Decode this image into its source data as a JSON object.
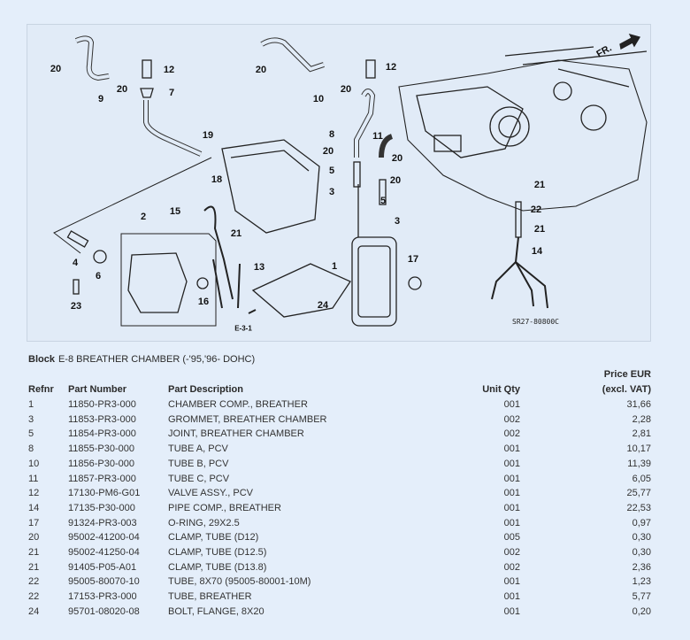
{
  "diagram": {
    "callouts": [
      "20",
      "9",
      "20",
      "12",
      "7",
      "19",
      "2",
      "4",
      "6",
      "23",
      "16",
      "15",
      "18",
      "21",
      "13",
      "24",
      "1",
      "17",
      "20",
      "10",
      "20",
      "12",
      "8",
      "20",
      "5",
      "3",
      "11",
      "20",
      "20",
      "5",
      "3",
      "21",
      "22",
      "21",
      "14"
    ],
    "front_label": "FR.",
    "ref_label": "E-3-1",
    "drawing_code": "SR27-80800C"
  },
  "block": {
    "label": "Block",
    "title": "E-8 BREATHER CHAMBER (-'95,'96- DOHC)"
  },
  "table": {
    "headers": {
      "refnr": "Refnr",
      "part_number": "Part Number",
      "description": "Part Description",
      "qty": "Unit Qty",
      "price_line1": "Price EUR",
      "price_line2": "(excl. VAT)"
    },
    "rows": [
      {
        "ref": "1",
        "pn": "11850-PR3-000",
        "desc": "CHAMBER COMP., BREATHER",
        "qty": "001",
        "price": "31,66"
      },
      {
        "ref": "3",
        "pn": "11853-PR3-000",
        "desc": "GROMMET, BREATHER CHAMBER",
        "qty": "002",
        "price": "2,28"
      },
      {
        "ref": "5",
        "pn": "11854-PR3-000",
        "desc": "JOINT, BREATHER CHAMBER",
        "qty": "002",
        "price": "2,81"
      },
      {
        "ref": "8",
        "pn": "11855-P30-000",
        "desc": "TUBE A, PCV",
        "qty": "001",
        "price": "10,17"
      },
      {
        "ref": "10",
        "pn": "11856-P30-000",
        "desc": "TUBE B, PCV",
        "qty": "001",
        "price": "11,39"
      },
      {
        "ref": "11",
        "pn": "11857-PR3-000",
        "desc": "TUBE C, PCV",
        "qty": "001",
        "price": "6,05"
      },
      {
        "ref": "12",
        "pn": "17130-PM6-G01",
        "desc": "VALVE ASSY., PCV",
        "qty": "001",
        "price": "25,77"
      },
      {
        "ref": "14",
        "pn": "17135-P30-000",
        "desc": "PIPE COMP., BREATHER",
        "qty": "001",
        "price": "22,53"
      },
      {
        "ref": "17",
        "pn": "91324-PR3-003",
        "desc": "O-RING, 29X2.5",
        "qty": "001",
        "price": "0,97"
      },
      {
        "ref": "20",
        "pn": "95002-41200-04",
        "desc": "CLAMP, TUBE (D12)",
        "qty": "005",
        "price": "0,30"
      },
      {
        "ref": "21",
        "pn": "95002-41250-04",
        "desc": "CLAMP, TUBE (D12.5)",
        "qty": "002",
        "price": "0,30"
      },
      {
        "ref": "21",
        "pn": "91405-P05-A01",
        "desc": "CLAMP, TUBE (D13.8)",
        "qty": "002",
        "price": "2,36"
      },
      {
        "ref": "22",
        "pn": "95005-80070-10",
        "desc": "TUBE, 8X70 (95005-80001-10M)",
        "qty": "001",
        "price": "1,23"
      },
      {
        "ref": "22",
        "pn": "17153-PR3-000",
        "desc": "TUBE, BREATHER",
        "qty": "001",
        "price": "5,77"
      },
      {
        "ref": "24",
        "pn": "95701-08020-08",
        "desc": "BOLT, FLANGE, 8X20",
        "qty": "001",
        "price": "0,20"
      }
    ]
  }
}
